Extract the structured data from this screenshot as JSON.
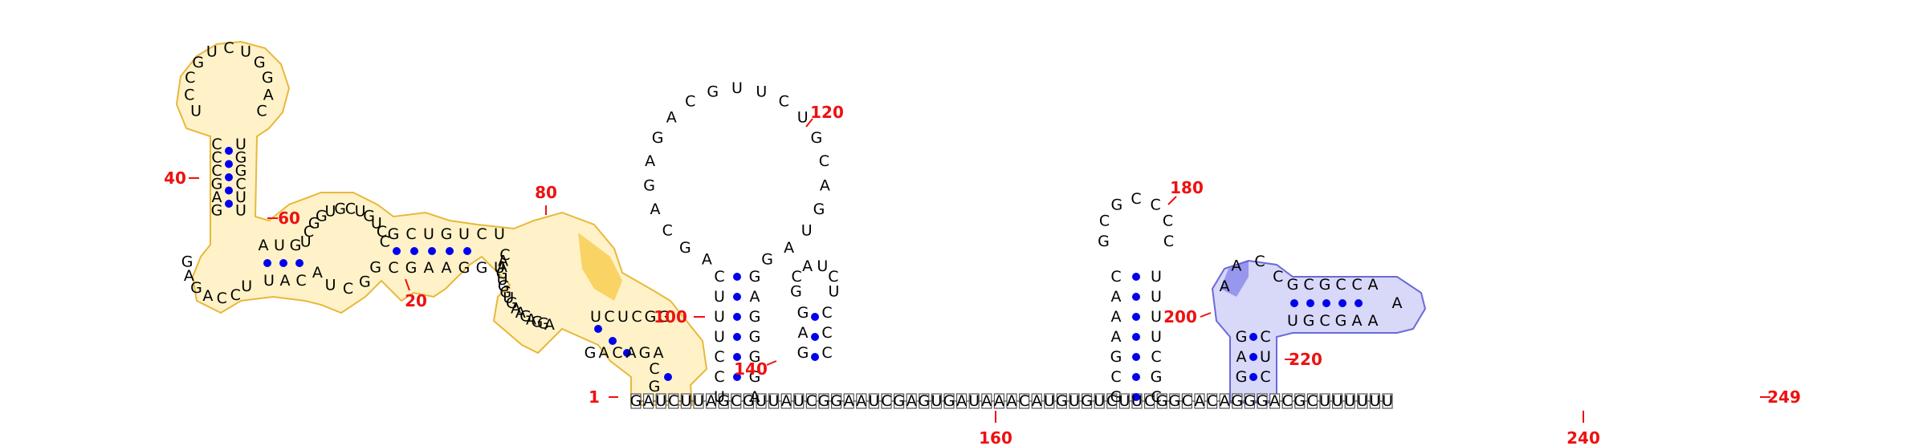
{
  "colors": {
    "paired": "#0000ee",
    "label": "#ee1111",
    "base": "#000000",
    "backbone": "#333333",
    "highlight_yellow": "#ffd54f",
    "highlight_blue": "#7f7fe6"
  },
  "labels": {
    "n1": "1",
    "n20": "20",
    "n40": "40",
    "n60": "60",
    "n80": "80",
    "n100": "100",
    "n120": "120",
    "n140": "140",
    "n160": "160",
    "n180": "180",
    "n200": "200",
    "n220": "220",
    "n240": "240",
    "n249": "249"
  },
  "main_line": "GAUCUUAGCGUUAUCGGAAUCGAGUGAUAAACAUGUGUCUUCGGCACAGGGACGCUUUUUU",
  "loop_hairpin1": "UCCGUCUGGAC",
  "loop_big": "AGCAGAGACGUUCUGCAGUAG",
  "loop_small": "GCAUCU",
  "loop_h180": "GCGCCCC",
  "loop_blue": "AACC",
  "bulge_left": "GAGACCU",
  "interior_loop": "UCGGUGCUGUCC",
  "right_interior": "CAAGUGGUGAAGAGGA"
}
